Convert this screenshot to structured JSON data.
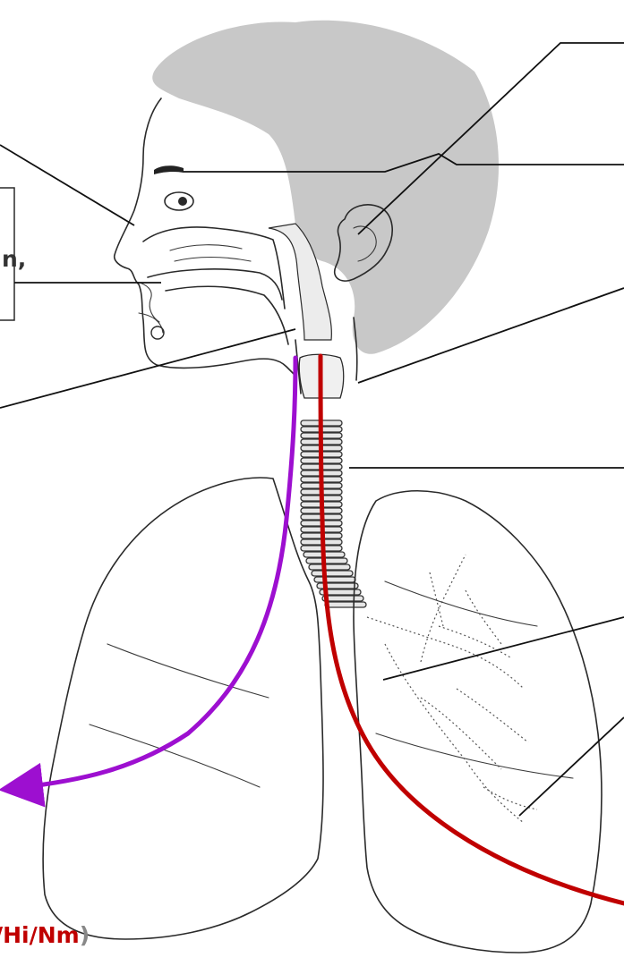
{
  "colors": {
    "hair": "#c8c8c8",
    "inhale_arrow": "#9d0fd0",
    "exhale_arrow": "#c00000",
    "label_text": "#c00000",
    "label_parenthesis": "#888888",
    "leader_lines": "#111111",
    "line_art": "#2a2a2a"
  },
  "cropped_text": {
    "bottom_label": "/Hi/Nm",
    "closing_paren": ")",
    "inset_box_fragment": "n,"
  },
  "leader_lines": [
    {
      "id": "nose"
    },
    {
      "id": "mouth"
    },
    {
      "id": "pharynx"
    },
    {
      "id": "ear"
    },
    {
      "id": "eyebrow"
    },
    {
      "id": "larynx"
    },
    {
      "id": "trachea"
    },
    {
      "id": "bronchi"
    },
    {
      "id": "lung"
    }
  ],
  "arrows": [
    {
      "id": "purple-path",
      "direction": "down-left"
    },
    {
      "id": "red-path",
      "direction": "down-right"
    }
  ]
}
